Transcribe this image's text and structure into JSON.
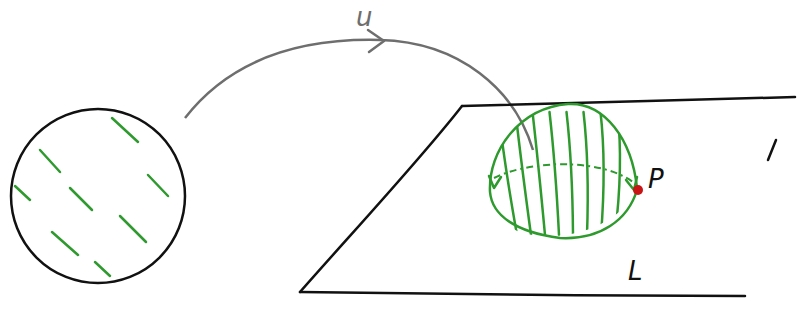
{
  "diagram": {
    "labels": [
      "u",
      "P",
      "L"
    ]
  }
}
